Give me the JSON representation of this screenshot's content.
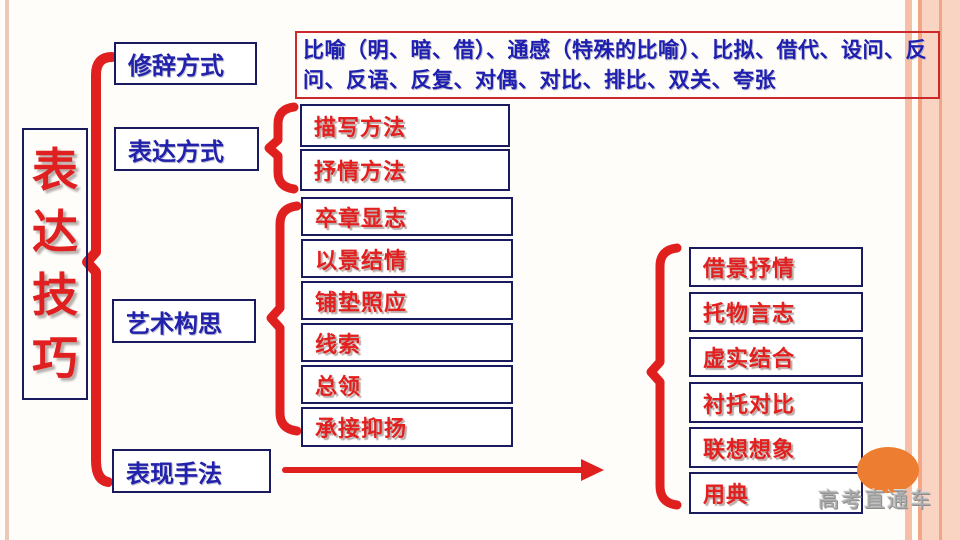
{
  "root": {
    "title": "表达技巧"
  },
  "rhetoric_detail": {
    "text": "比喻（明、暗、借）、通感（特殊的比喻）、比拟、借代、设问、反问、反语、反复、对偶、对比、排比、双关、夸张"
  },
  "branches": [
    {
      "label": "修辞方式",
      "children": []
    },
    {
      "label": "表达方式",
      "children": [
        "描写方法",
        "抒情方法"
      ]
    },
    {
      "label": "艺术构思",
      "children": [
        "卒章显志",
        "以景结情",
        "铺垫照应",
        "线索",
        "总领",
        "承接抑扬"
      ]
    },
    {
      "label": "表现手法",
      "children": [
        "借景抒情",
        "托物言志",
        "虚实结合",
        "衬托对比",
        "联想想象",
        "用典"
      ]
    }
  ],
  "watermark": {
    "text": "高考直通车"
  },
  "colors": {
    "accent_red": "#e02020",
    "blue_text": "#2121ac",
    "navy_border": "#1a1a5e",
    "red_border": "#cc2a2a",
    "orange_shape": "#ed7d31",
    "stripe_salmon": "#f2a686",
    "stripe_pale": "#f9d4c3",
    "watermark_gray": "#ababab"
  }
}
